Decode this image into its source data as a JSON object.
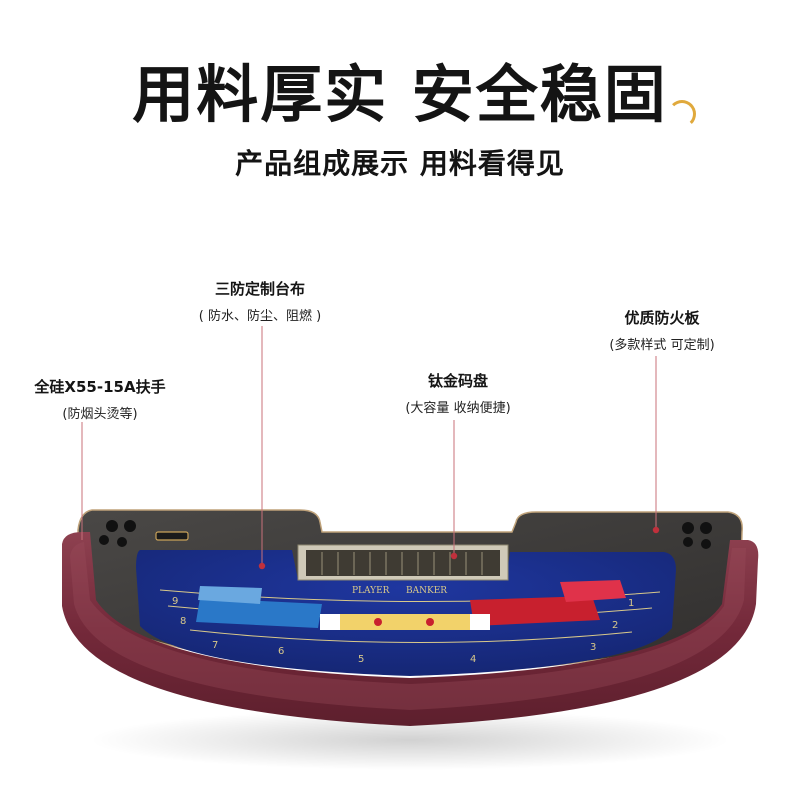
{
  "headline": "用料厚实 安全稳固",
  "subheadline": "产品组成展示 用料看得见",
  "callouts": [
    {
      "id": "armrest",
      "title": "全硅X55-15A扶手",
      "subtitle": "(防烟头烫等)"
    },
    {
      "id": "tablecloth",
      "title": "三防定制台布",
      "subtitle": "( 防水、防尘、阻燃 )"
    },
    {
      "id": "chip-tray",
      "title": "钛金码盘",
      "subtitle": "(大容量 收纳便捷)"
    },
    {
      "id": "fireproof-board",
      "title": "优质防火板",
      "subtitle": "(多款样式 可定制)"
    }
  ],
  "table_print": {
    "player": "PLAYER",
    "banker": "BANKER",
    "left_numbers": [
      "9",
      "8",
      "7"
    ],
    "right_numbers": [
      "1",
      "2",
      "3"
    ],
    "bottom_numbers": [
      "6",
      "5",
      "4"
    ]
  },
  "colors": {
    "armrest": "#7a2f3d",
    "felt": "#1a2d86",
    "board": "#3e3c3a",
    "leader_line": "#c8707a",
    "dot": "#c0303c",
    "accent": "#e0a93c"
  }
}
